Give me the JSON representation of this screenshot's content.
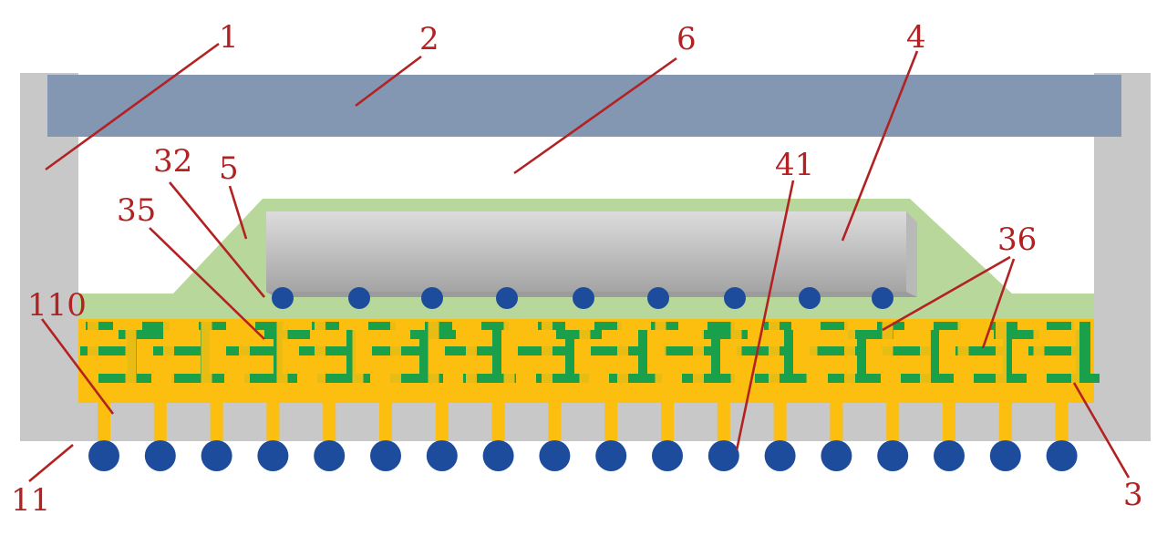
{
  "diagram": {
    "colors": {
      "frame": "#c8c8c8",
      "lid": "#8397b3",
      "underfill": "#b7d89a",
      "chip_light": "#d6d6d6",
      "chip_dark": "#a8a8a8",
      "substrate": "#fdbf0f",
      "trace": "#1aa04a",
      "solder_ball": "#1e4c9c",
      "label": "#b22222"
    },
    "labels": {
      "l1": "1",
      "l2": "2",
      "l3": "3",
      "l4": "4",
      "l5": "5",
      "l6": "6",
      "l11": "11",
      "l32": "32",
      "l35": "35",
      "l36": "36",
      "l41": "41",
      "l110": "110"
    }
  }
}
